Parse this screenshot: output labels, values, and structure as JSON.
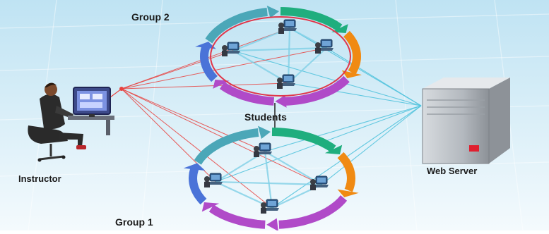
{
  "labels": {
    "group2": "Group 2",
    "group1": "Group 1",
    "students": "Students",
    "instructor": "Instructor",
    "web_server": "Web Server"
  },
  "colors": {
    "background_top": "#bfe3f3",
    "background_bottom": "#f4fafd",
    "ring_green": "#1fae7e",
    "ring_orange": "#f08a12",
    "ring_magenta": "#b04ac8",
    "ring_blue": "#4a73d8",
    "ring_teal": "#4ba7b8",
    "ring_red": "#e0364a",
    "link_red": "#e8423f",
    "link_cyan": "#53c3dd",
    "server_body": "#b9bec4",
    "server_led": "#e01f2f"
  },
  "icons": {
    "instructor": "person-at-computer-icon",
    "server": "server-tower-icon",
    "student": "student-workstation-icon"
  }
}
